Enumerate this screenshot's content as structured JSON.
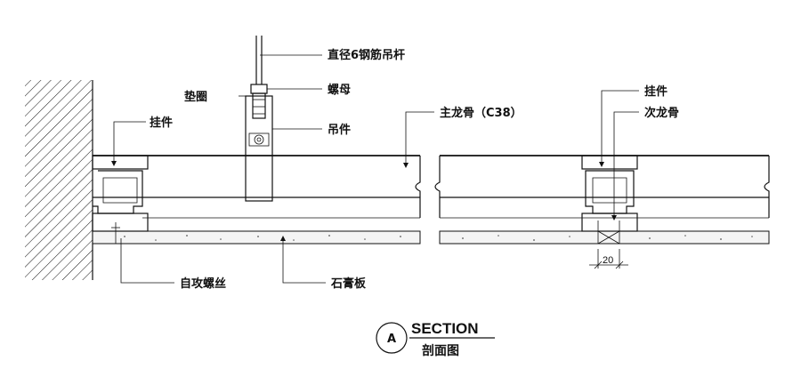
{
  "labels": {
    "rod": "直径6钢筋吊杆",
    "washer": "垫圈",
    "nut": "螺母",
    "hanger_left": "挂件",
    "main_keel": "主龙骨（C38）",
    "hanger_piece": "吊件",
    "hanger_right": "挂件",
    "secondary_keel": "次龙骨",
    "screw": "自攻螺丝",
    "gypsum_board": "石膏板"
  },
  "dimension": "20",
  "section": {
    "marker": "A",
    "title_en": "SECTION",
    "title_zh": "剖面图"
  }
}
